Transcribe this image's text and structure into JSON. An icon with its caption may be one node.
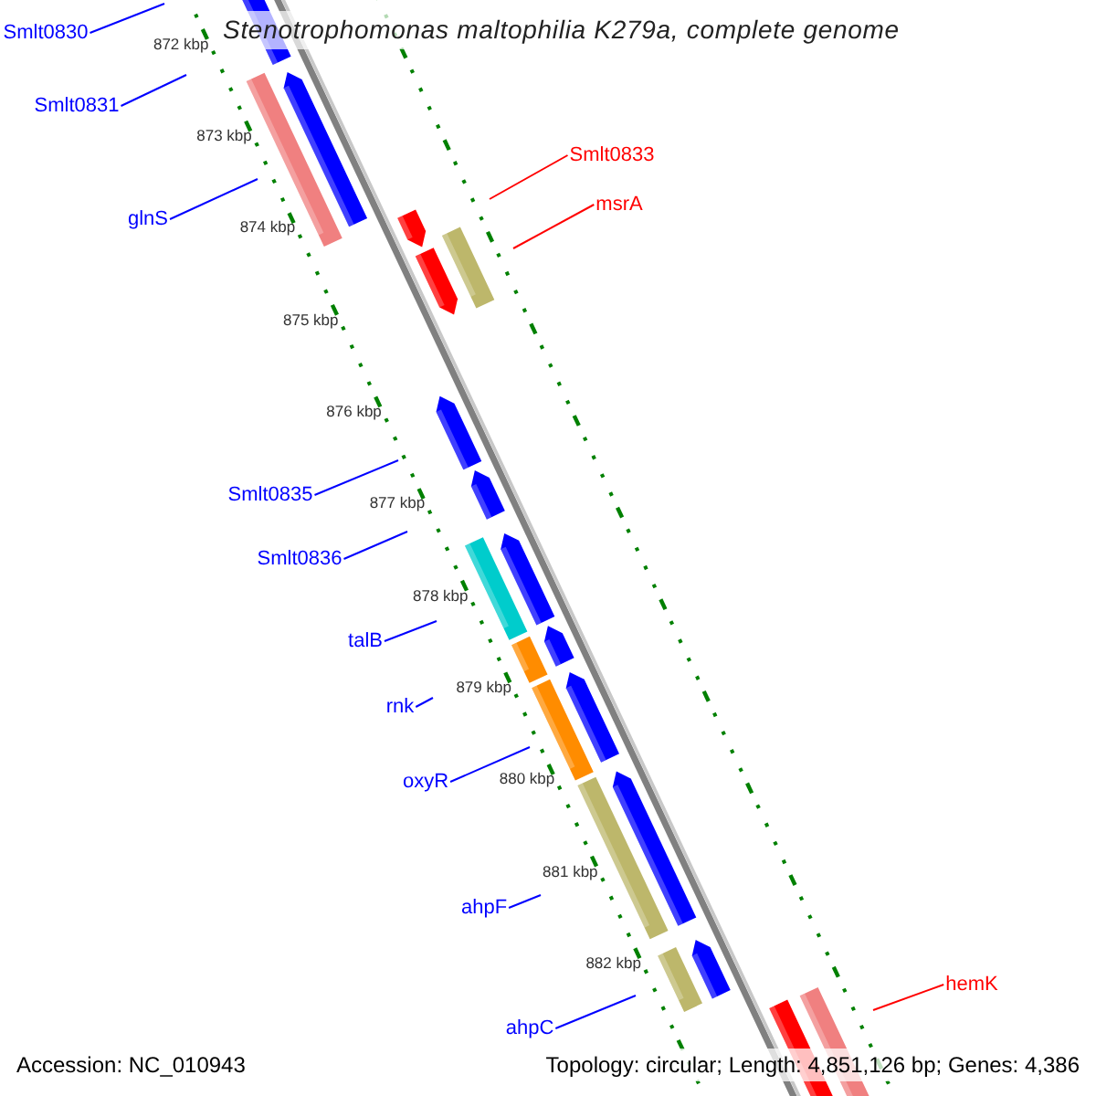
{
  "diagram": {
    "title": "Stenotrophomonas maltophilia K279a, complete genome",
    "nodes": [
      {
        "text": [
          "Smlt0830"
        ]
      },
      {
        "text": [
          "Smlt0831"
        ]
      },
      {
        "text": [
          "Smlt0833"
        ]
      },
      {
        "text": [
          "msrA"
        ]
      },
      {
        "text": [
          "glnS"
        ]
      },
      {
        "text": [
          "Smlt0835"
        ]
      },
      {
        "text": [
          "Smlt0836"
        ]
      },
      {
        "text": [
          "talB"
        ]
      },
      {
        "text": [
          "rnk"
        ]
      },
      {
        "text": [
          "oxyR"
        ]
      },
      {
        "text": [
          "ahpF"
        ]
      },
      {
        "text": [
          "hemK"
        ]
      },
      {
        "text": [
          "ahpC"
        ]
      }
    ],
    "edges": [
      {
        "from": 0,
        "to": null,
        "arrow": "none"
      },
      {
        "from": 1,
        "to": null,
        "arrow": "none"
      },
      {
        "from": 2,
        "to": null,
        "arrow": "none",
        "color": "#ff0000"
      },
      {
        "from": 3,
        "to": null,
        "arrow": "none",
        "color": "#ff0000"
      },
      {
        "from": 4,
        "to": null,
        "arrow": "none"
      },
      {
        "from": 5,
        "to": null,
        "arrow": "none"
      },
      {
        "from": 6,
        "to": null,
        "arrow": "none"
      },
      {
        "from": 7,
        "to": null,
        "arrow": "none"
      },
      {
        "from": 8,
        "to": null,
        "arrow": "none"
      },
      {
        "from": 9,
        "to": null,
        "arrow": "none"
      },
      {
        "from": 10,
        "to": null,
        "arrow": "none"
      },
      {
        "from": 11,
        "to": null,
        "arrow": "none",
        "color": "#ff0000"
      },
      {
        "from": 12,
        "to": null,
        "arrow": "none"
      }
    ],
    "labels": [
      "872 kbp",
      "873 kbp",
      "874 kbp",
      "875 kbp",
      "876 kbp",
      "877 kbp",
      "878 kbp",
      "879 kbp",
      "880 kbp",
      "881 kbp",
      "882 kbp",
      "Accession: NC_010943",
      "Topology: circular; Length: 4,851,126 bp; Genes: 4,386"
    ]
  }
}
